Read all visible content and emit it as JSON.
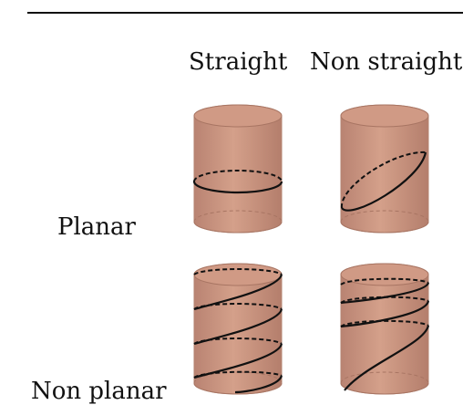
{
  "columns": {
    "straight": "Straight",
    "non_straight": "Non straight"
  },
  "rows": {
    "planar": "Planar",
    "non_planar": "Non planar"
  },
  "colors": {
    "cylinder_fill": "#c9917b",
    "cylinder_edge": "#9d6a58",
    "curve": "#111111"
  }
}
